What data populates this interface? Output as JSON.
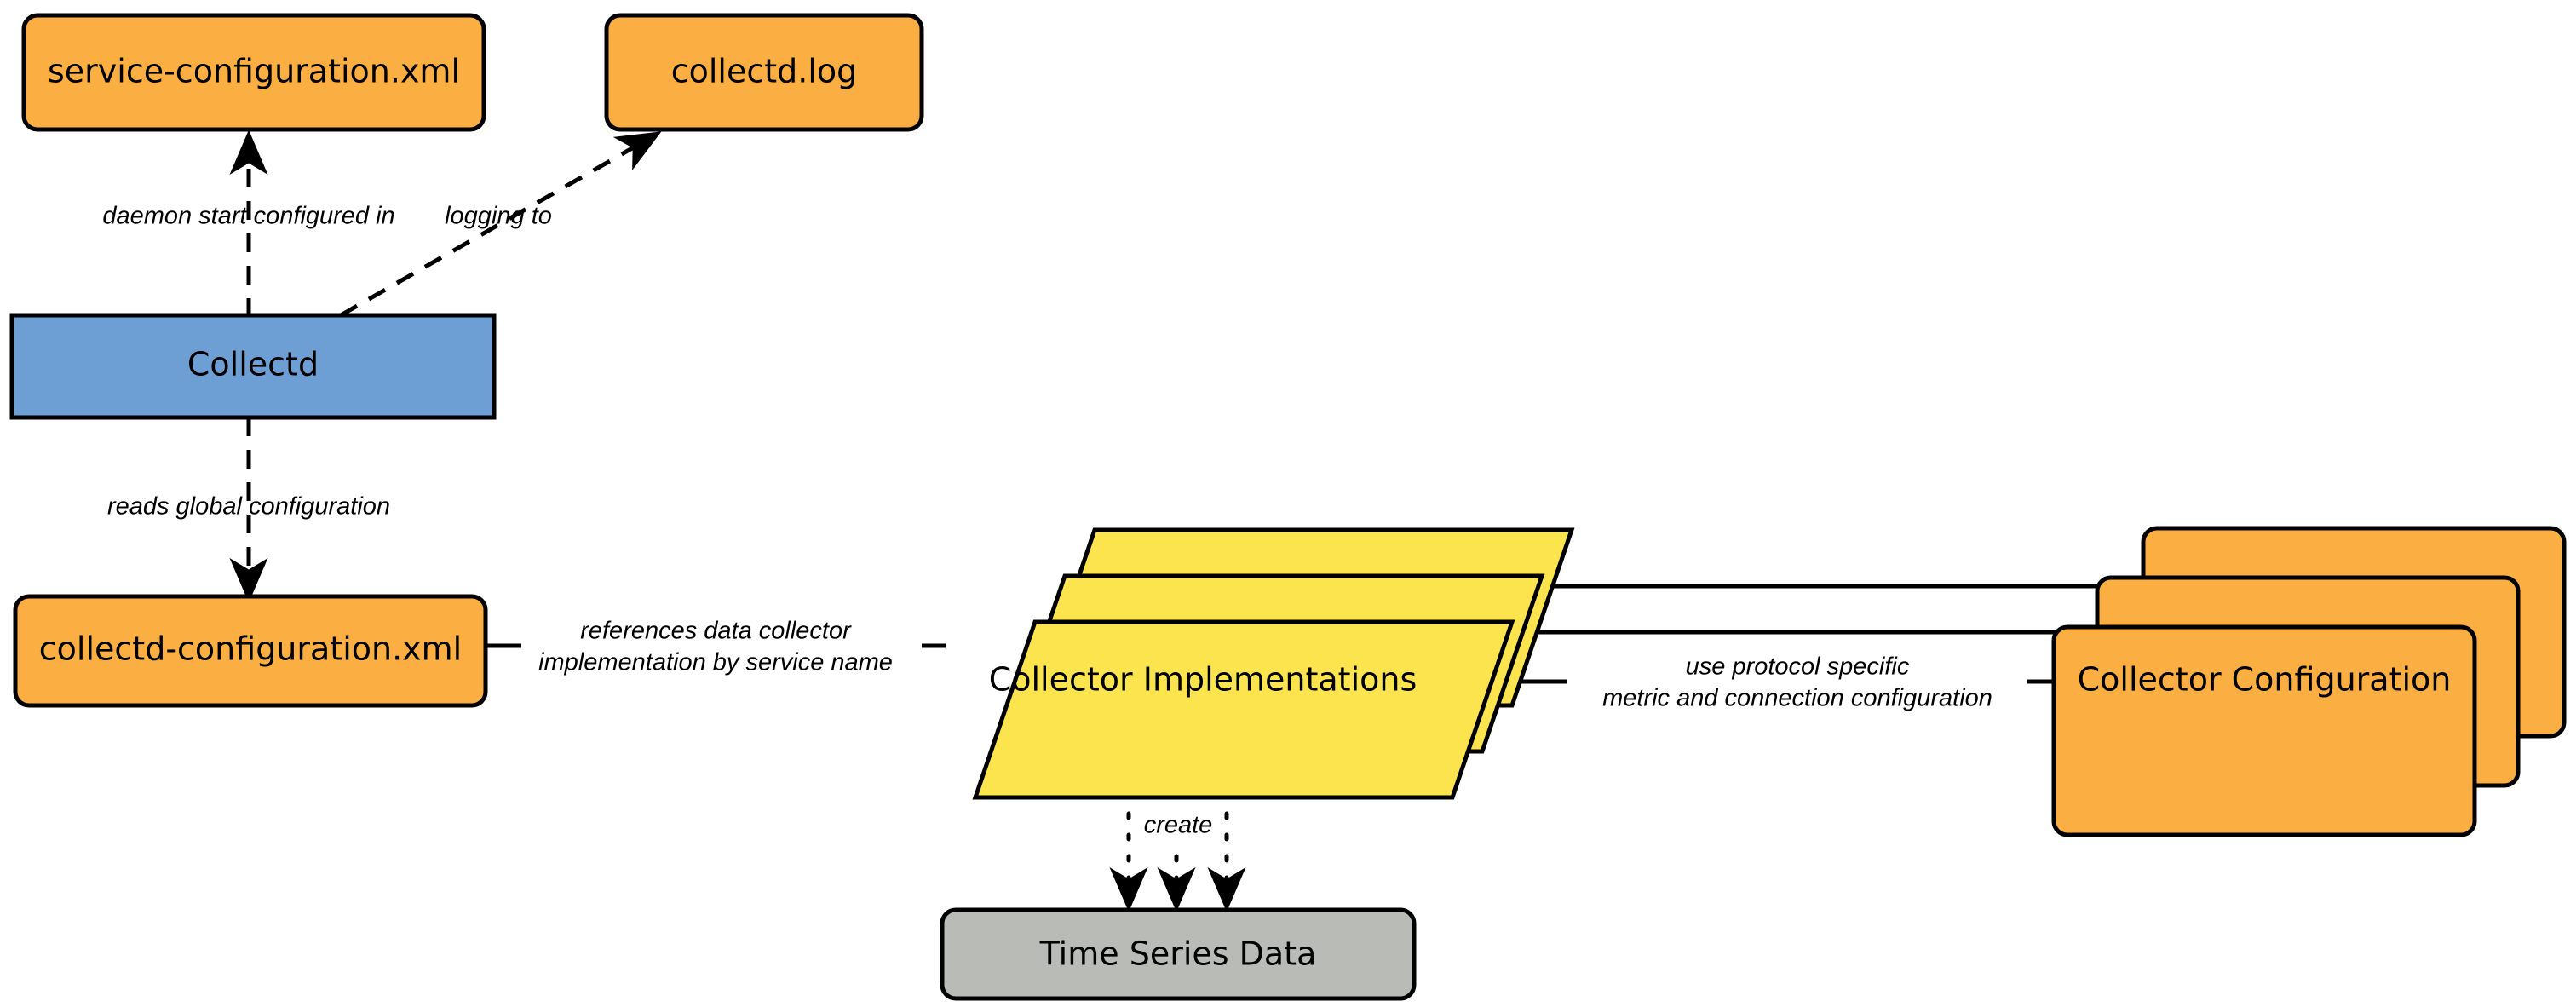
{
  "diagram": {
    "title": "Collectd architecture overview",
    "colors": {
      "orange": "#FBAE42",
      "blue": "#6E9FD4",
      "yellow": "#FCE44E",
      "gray": "#B9BCB6",
      "stroke": "#000000",
      "background": "#FFFFFF"
    },
    "nodes": {
      "service_configuration": {
        "label": "service-configuration.xml",
        "shape": "rounded-rect",
        "color": "#FBAE42"
      },
      "collectd_log": {
        "label": "collectd.log",
        "shape": "rounded-rect",
        "color": "#FBAE42"
      },
      "collectd": {
        "label": "Collectd",
        "shape": "rect",
        "color": "#6E9FD4"
      },
      "collectd_configuration": {
        "label": "collectd-configuration.xml",
        "shape": "rounded-rect",
        "color": "#FBAE42"
      },
      "collector_implementations": {
        "label": "Collector Implementations",
        "shape": "parallelogram-stack",
        "color": "#FCE44E",
        "stack_count": 3
      },
      "collector_configuration": {
        "label": "Collector   Configuration",
        "shape": "rounded-rect-stack",
        "color": "#FBAE42",
        "stack_count": 3
      },
      "time_series_data": {
        "label": "Time Series Data",
        "shape": "rounded-rect",
        "color": "#B9BCB6"
      }
    },
    "edges": {
      "daemon_start": {
        "label": "daemon start configured in",
        "style": "dashed",
        "from": "collectd",
        "to": "service-configuration.xml"
      },
      "logging_to": {
        "label": "logging to",
        "style": "dashed",
        "from": "collectd",
        "to": "collectd.log"
      },
      "reads_global": {
        "label": "reads global configuration",
        "style": "dashed",
        "from": "collectd",
        "to": "collectd-configuration.xml"
      },
      "references_impl": {
        "label_line1": "references data collector",
        "label_line2": "implementation by service name",
        "style": "solid",
        "from": "collectd-configuration.xml",
        "to": "Collector Implementations"
      },
      "use_protocol": {
        "label_line1": "use protocol specific",
        "label_line2": "metric and connection configuration",
        "style": "solid",
        "from": "Collector Implementations",
        "to": "Collector Configuration"
      },
      "create": {
        "label": "create",
        "style": "dotted",
        "from": "Collector Implementations",
        "to": "Time Series Data"
      }
    }
  }
}
